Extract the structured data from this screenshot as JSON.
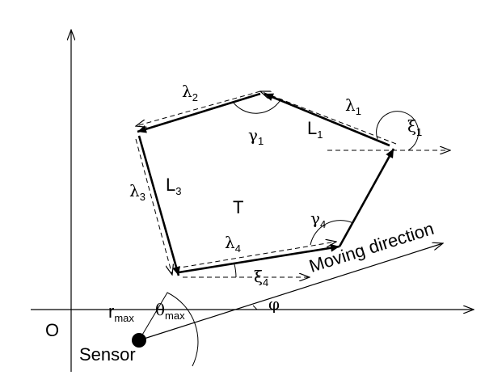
{
  "labels": {
    "origin": "O",
    "sensor": "Sensor",
    "moving_direction": "Moving direction",
    "phi": "φ",
    "r_main": "r",
    "r_sub": "max",
    "theta_main": "θ",
    "theta_sub": "max",
    "target": "T",
    "lambda1_main": "λ",
    "lambda1_sub": "1",
    "lambda2_main": "λ",
    "lambda2_sub": "2",
    "lambda3_main": "λ",
    "lambda3_sub": "3",
    "lambda4_main": "λ",
    "lambda4_sub": "4",
    "gamma1_main": "γ",
    "gamma1_sub": "1",
    "gamma4_main": "γ",
    "gamma4_sub": "4",
    "xi1_main": "ξ",
    "xi1_sub": "1",
    "xi4_main": "ξ",
    "xi4_sub": "4",
    "L1_main": "L",
    "L1_sub": "1",
    "L3_main": "L",
    "L3_sub": "3"
  },
  "colors": {
    "stroke": "#000000",
    "background": "#ffffff"
  }
}
